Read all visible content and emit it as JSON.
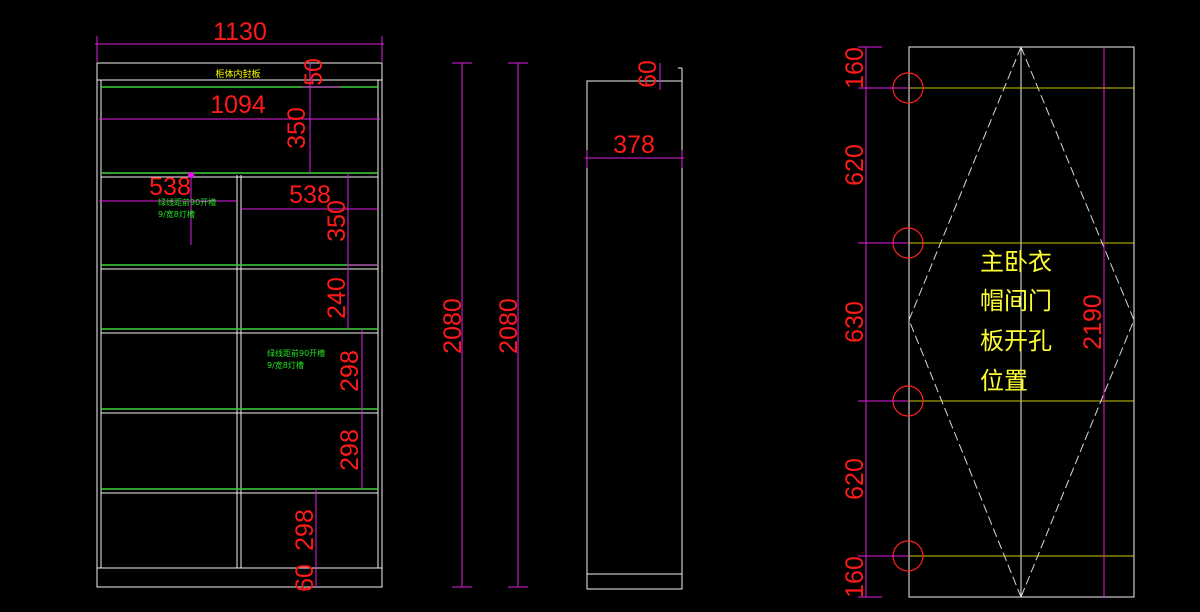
{
  "front_view": {
    "overall_width": "1130",
    "inner_width": "1094",
    "top_note": "柜体内封板",
    "shelf_width_left": "538",
    "shelf_width_right": "538",
    "top_panel": "50",
    "top_gap": "350",
    "gap_2": "350",
    "gap_3": "240",
    "gap_4": "298",
    "gap_5": "298",
    "gap_6": "298",
    "bottom_panel": "60",
    "note_left_1": "绿线距前90开槽",
    "note_left_2": "9/宽8灯槽",
    "note_right_1": "绿线距前90开槽",
    "note_right_2": "9/宽8灯槽"
  },
  "height_dims": {
    "h1": "2080",
    "h2": "2080"
  },
  "side_view": {
    "top_offset": "60",
    "depth": "378"
  },
  "door_view": {
    "dim_top": "160",
    "dim_upper": "620",
    "dim_mid": "630",
    "dim_lower": "620",
    "dim_bottom": "160",
    "overall_height": "2190",
    "title_lines": [
      "主卧衣",
      "帽间门",
      "板开孔",
      "位置"
    ]
  },
  "colors": {
    "background": "#000000",
    "outline": "#f2f2f2",
    "shelf_line": "#3ccf3c",
    "dimension_line": "#e020e0",
    "dimension_text": "#ff1a1a",
    "hole": "#ff2020",
    "hinge_line": "#c8c800",
    "title_text": "#ffff33"
  }
}
